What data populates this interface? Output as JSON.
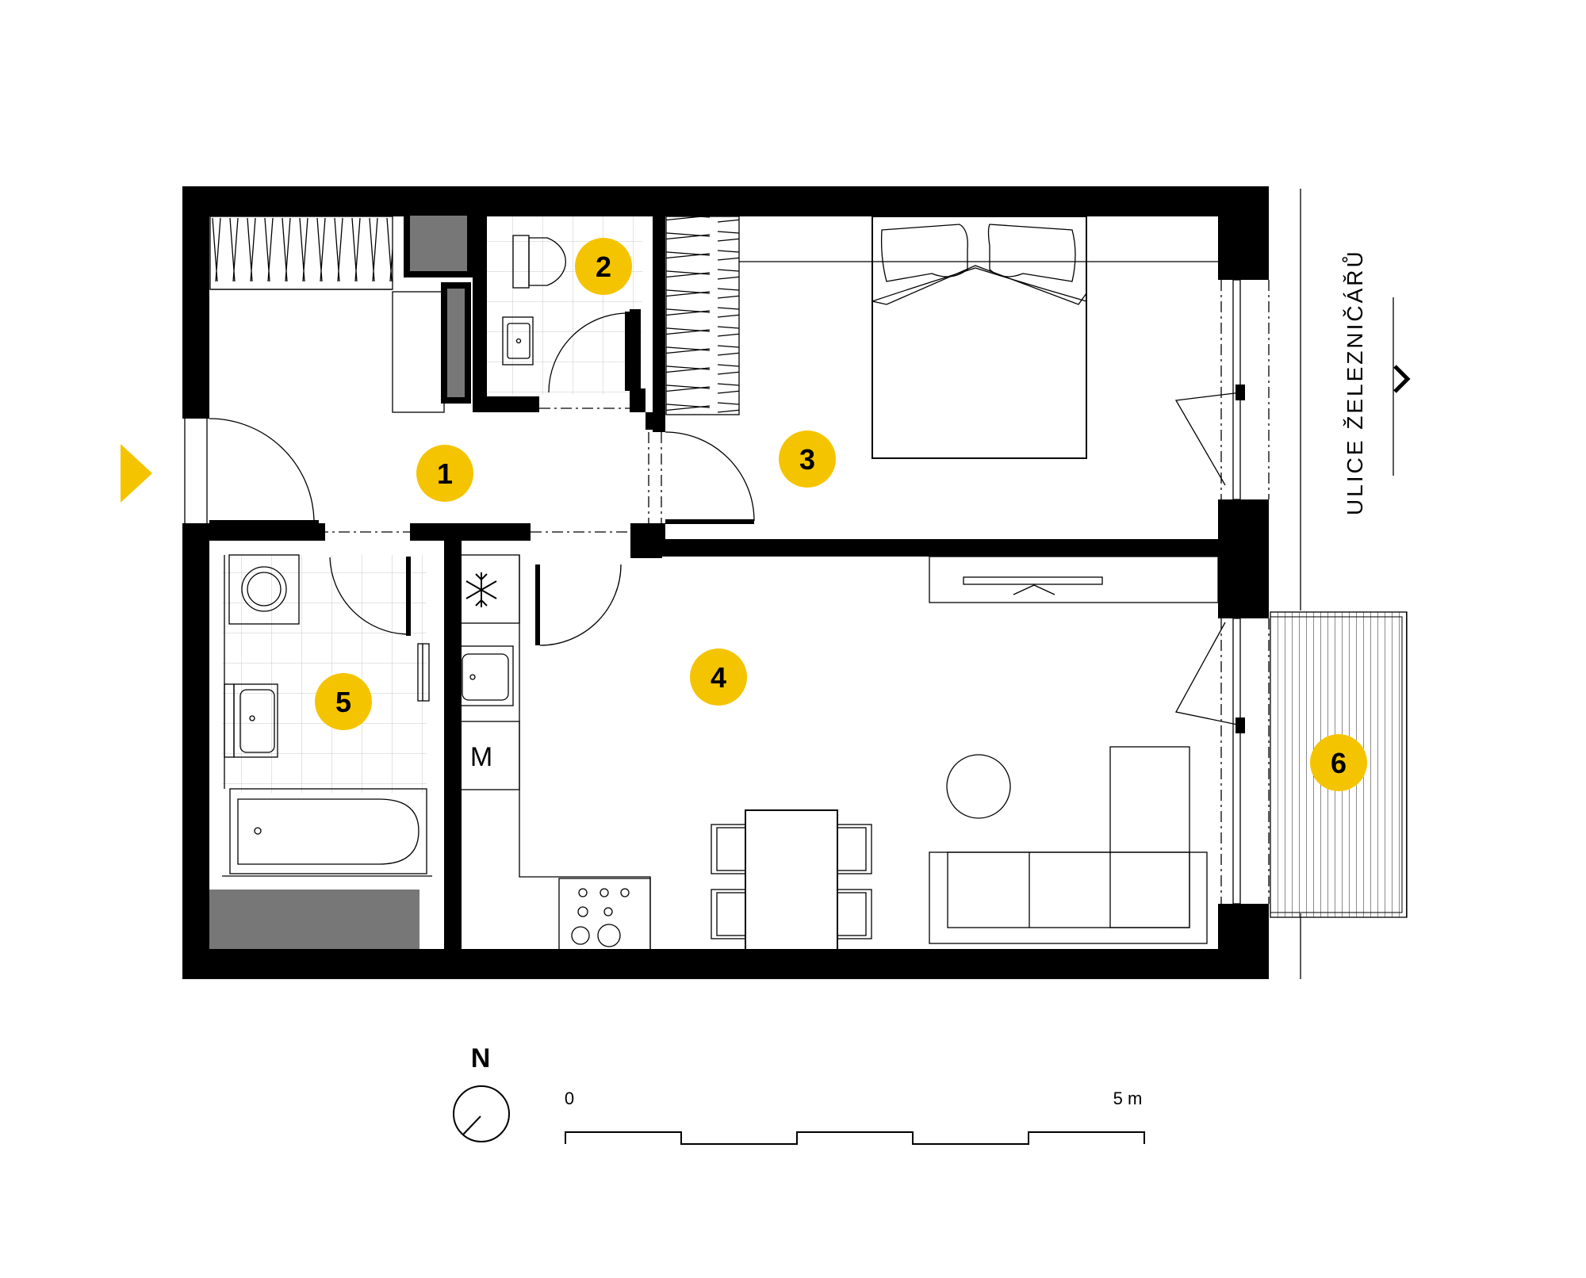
{
  "colors": {
    "wall": "#000000",
    "accent": "#F5C400",
    "fixed_block": "#777777",
    "tile_lines": "#C9C9C9",
    "background": "#FFFFFF"
  },
  "entrance_marker": "entrance-arrow-icon",
  "rooms": [
    {
      "number": "1"
    },
    {
      "number": "2"
    },
    {
      "number": "3"
    },
    {
      "number": "4"
    },
    {
      "number": "5"
    },
    {
      "number": "6"
    }
  ],
  "street_label": "ULICE ŽELEZNIČÁŘŮ",
  "fixtures": {
    "meter_label": "M",
    "freezer_icon": "snowflake-icon"
  },
  "compass": {
    "north_label": "N"
  },
  "scale_bar": {
    "start_label": "0",
    "end_label": "5 m",
    "segments": 5
  }
}
